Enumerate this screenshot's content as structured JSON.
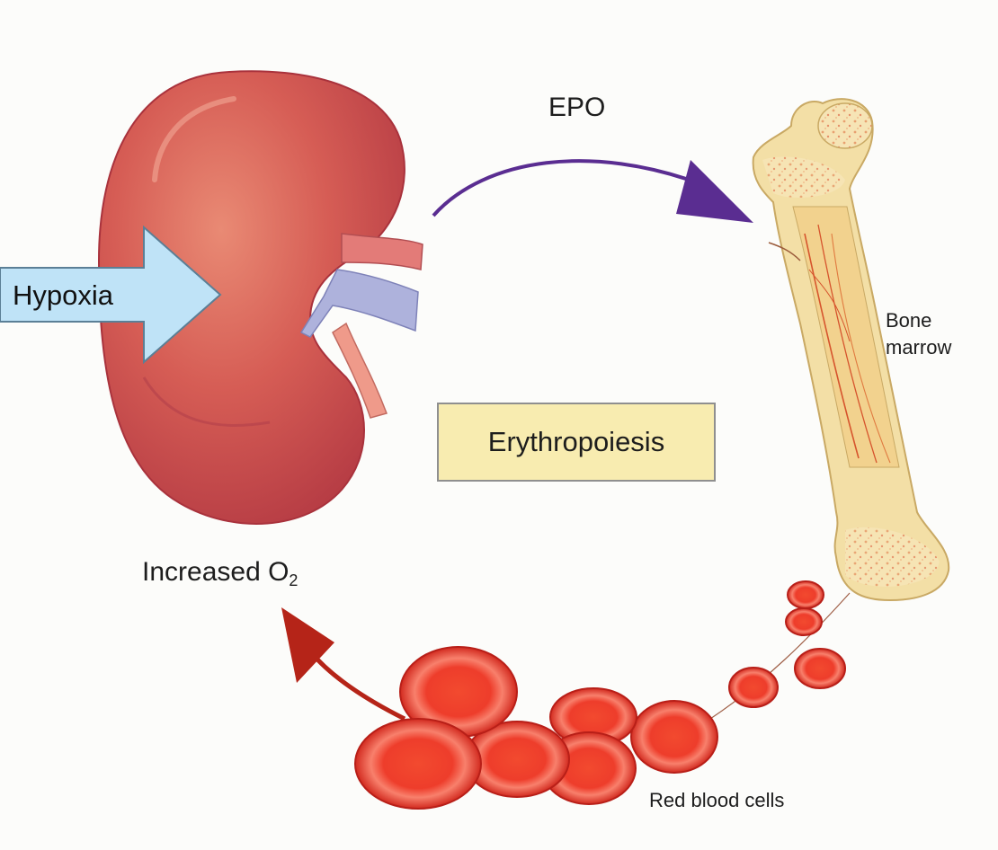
{
  "labels": {
    "epo": "EPO",
    "bone_marrow_line1": "Bone",
    "bone_marrow_line2": "marrow",
    "red_blood_cells": "Red blood cells",
    "increased_o2_main": "Increased O",
    "increased_o2_sub": "2",
    "hypoxia": "Hypoxia",
    "center_box": "Erythropoiesis"
  },
  "colors": {
    "epo_arrow": "#5a2d91",
    "o2_arrow": "#b52418",
    "hypoxia_arrow_fill": "#bfe3f7",
    "center_box_fill": "#f8ecb0",
    "kidney": "#d55a52",
    "bone": "#f3dfa6",
    "rbc": "#e8412f"
  }
}
